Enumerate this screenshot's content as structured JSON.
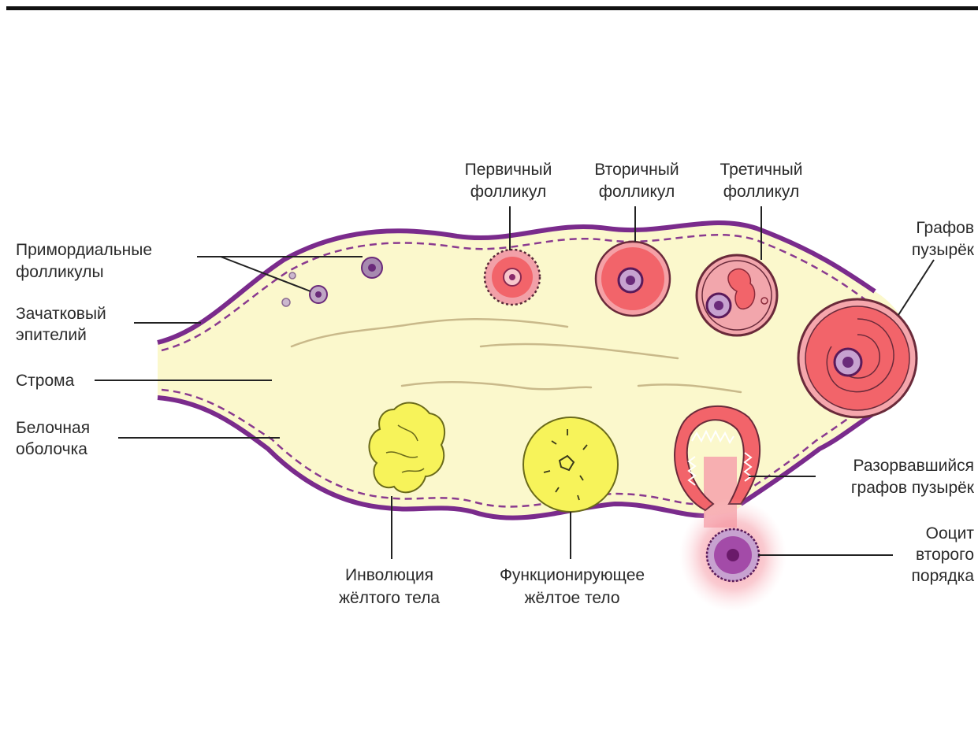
{
  "colors": {
    "stroma": "#fbf8cc",
    "capsule": "#7a2b8c",
    "dashed_membrane": "#8a3a8f",
    "follicle_red": "#f2646a",
    "corpus_luteum_yellow": "#f7f35a",
    "oocyte_purple": "#9a3d9e"
  },
  "labels": {
    "primordial_1": "Примордиальные",
    "primordial_2": "фолликулы",
    "germinal_1": "Зачатковый",
    "germinal_2": "эпителий",
    "stroma": "Строма",
    "albuginea_1": "Белочная",
    "albuginea_2": "оболочка",
    "primary_1": "Первичный",
    "primary_2": "фолликул",
    "secondary_1": "Вторичный",
    "secondary_2": "фолликул",
    "tertiary_1": "Третичный",
    "tertiary_2": "фолликул",
    "graafian_1": "Графов",
    "graafian_2": "пузырёк",
    "ruptured_1": "Разорвавшийся",
    "ruptured_2": "графов пузырёк",
    "oocyte_1": "Ооцит",
    "oocyte_2": "второго",
    "oocyte_3": "порядка",
    "involution_1": "Инволюция",
    "involution_2": "жёлтого тела",
    "functioning_1": "Функционирующее",
    "functioning_2": "жёлтое тело"
  }
}
